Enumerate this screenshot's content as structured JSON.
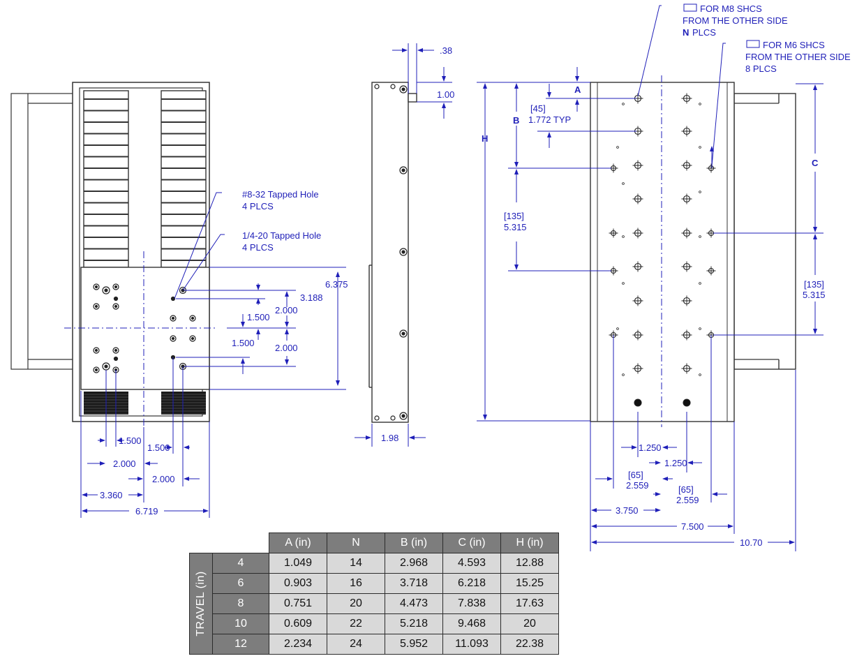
{
  "left_view": {
    "callout_832": [
      "#8-32 Tapped Hole",
      "4 PLCS"
    ],
    "callout_1420": [
      "1/4-20 Tapped Hole",
      "4 PLCS"
    ],
    "dims": {
      "d6375": "6.375",
      "d3188": "3.188",
      "d2000a": "2.000",
      "d1500a": "1.500",
      "d1500b": "1.500",
      "d2000b": "2.000",
      "d1500c": "1.500",
      "d1500d": "1.500",
      "d2000c": "2.000",
      "d2000d": "2.000",
      "d3360": "3.360",
      "d6719": "6.719"
    }
  },
  "side_view": {
    "d038": ".38",
    "d100": "1.00",
    "d198": "1.98"
  },
  "right_view": {
    "note_m8": [
      "FOR M8 SHCS",
      "FROM THE OTHER SIDE",
      "N",
      "PLCS"
    ],
    "note_m6": [
      "FOR M6 SHCS",
      "FROM THE OTHER SIDE",
      "8 PLCS"
    ],
    "labels": {
      "A": "A",
      "B": "B",
      "C": "C",
      "H": "H"
    },
    "dims": {
      "d45mm": "[45]",
      "d45in": "1.772 TYP",
      "d135mm_a": "[135]",
      "d135in_a": "5.315",
      "d135mm_b": "[135]",
      "d135in_b": "5.315",
      "d1250a": "1.250",
      "d1250b": "1.250",
      "d65mm_a": "[65]",
      "d65in_a": "2.559",
      "d65mm_b": "[65]",
      "d65in_b": "2.559",
      "d3750": "3.750",
      "d7500": "7.500",
      "d1070": "10.70"
    }
  },
  "table": {
    "headers": [
      "A (in)",
      "N",
      "B (in)",
      "C (in)",
      "H (in)"
    ],
    "side_label": "TRAVEL (in)",
    "rows": [
      {
        "travel": "4",
        "A": "1.049",
        "N": "14",
        "B": "2.968",
        "C": "4.593",
        "H": "12.88"
      },
      {
        "travel": "6",
        "A": "0.903",
        "N": "16",
        "B": "3.718",
        "C": "6.218",
        "H": "15.25"
      },
      {
        "travel": "8",
        "A": "0.751",
        "N": "20",
        "B": "4.473",
        "C": "7.838",
        "H": "17.63"
      },
      {
        "travel": "10",
        "A": "0.609",
        "N": "22",
        "B": "5.218",
        "C": "9.468",
        "H": "20"
      },
      {
        "travel": "12",
        "A": "2.234",
        "N": "24",
        "B": "5.952",
        "C": "11.093",
        "H": "22.38"
      }
    ]
  },
  "colors": {
    "dimension": "#1f1fb8",
    "outline": "#333333",
    "table_header": "#7d7d7d",
    "table_cell": "#d9d9d9"
  }
}
